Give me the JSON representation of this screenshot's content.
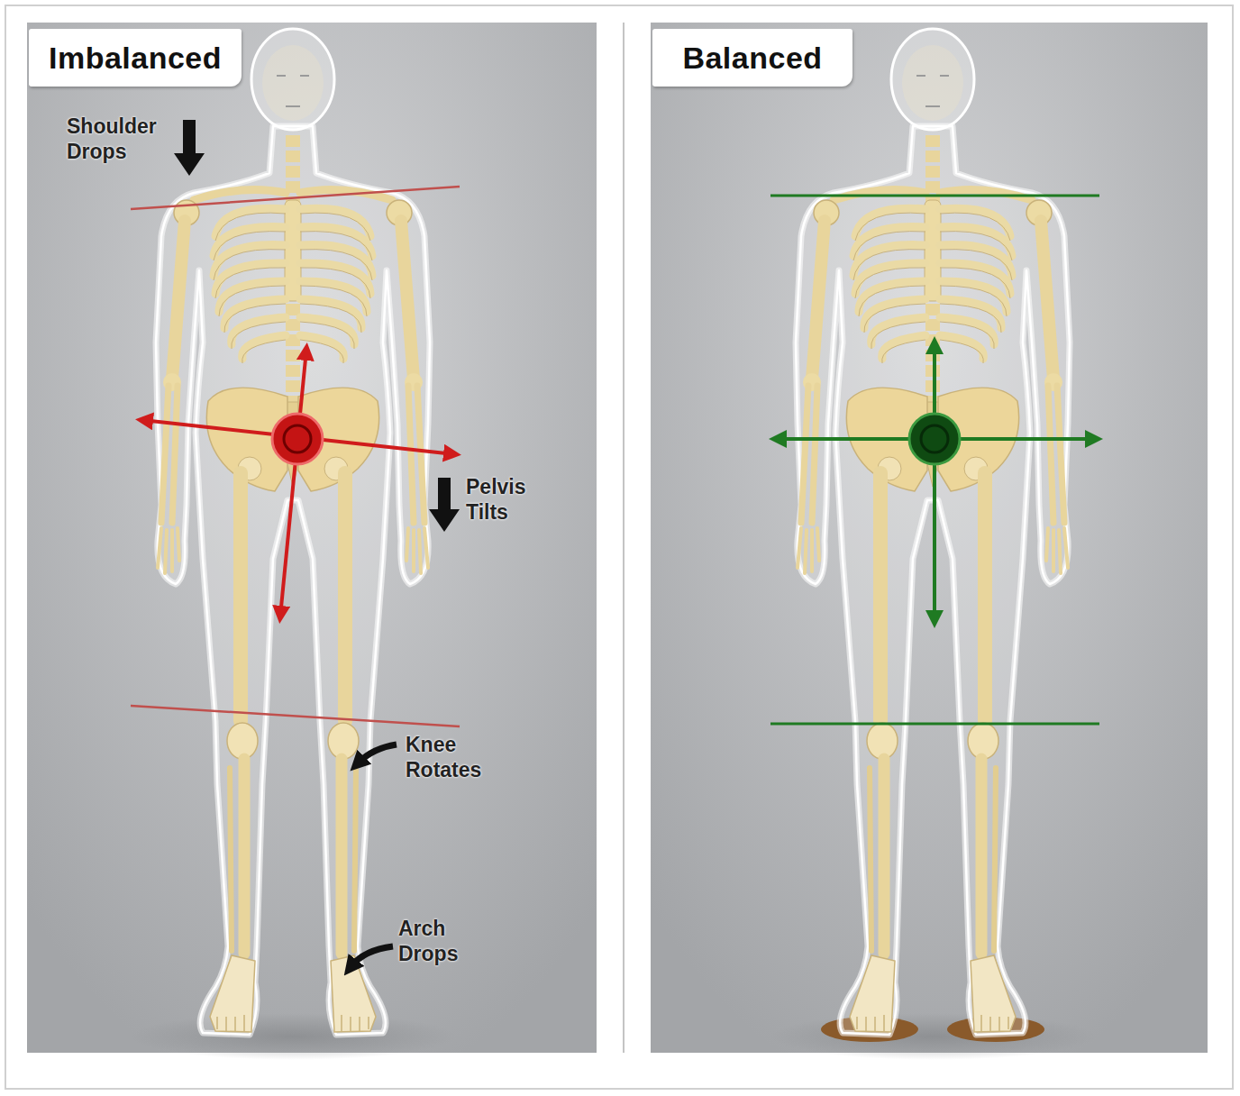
{
  "diagram": {
    "nodes": [
      {
        "text": [
          "Imbalanced"
        ]
      },
      {
        "text": [
          "Balanced"
        ]
      }
    ],
    "labels": [
      "Shoulder Drops",
      "Pelvis Tilts",
      "Knee Rotates",
      "Arch Drops"
    ]
  }
}
